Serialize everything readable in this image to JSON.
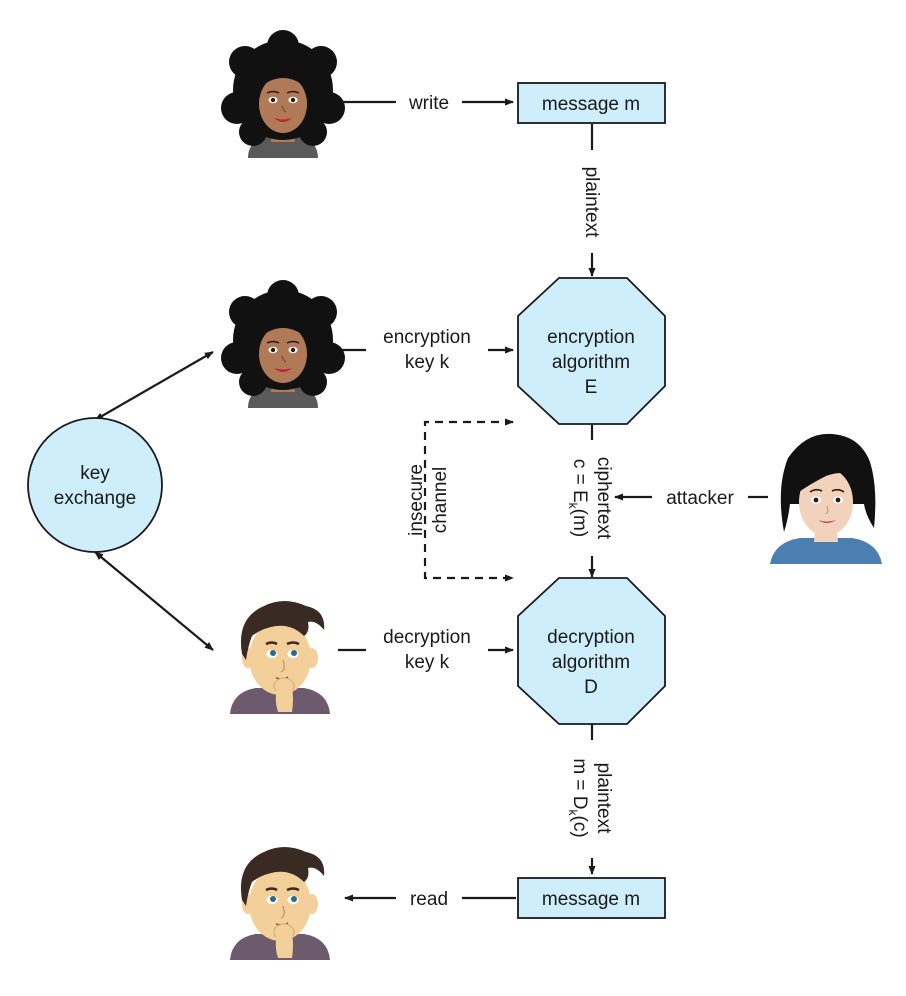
{
  "nodes": {
    "message_top": "message m",
    "encryption": [
      "encryption",
      "algorithm",
      "E"
    ],
    "decryption": [
      "decryption",
      "algorithm",
      "D"
    ],
    "message_bottom": "message m",
    "key_exchange": [
      "key",
      "exchange"
    ]
  },
  "edges": {
    "write": "write",
    "plaintext_top": "plaintext",
    "encryption_key": [
      "encryption",
      "key k"
    ],
    "decryption_key": [
      "decryption",
      "key k"
    ],
    "insecure_channel": [
      "insecure",
      "channel"
    ],
    "ciphertext": "ciphertext",
    "cipher_formula": {
      "prefix": "c = E",
      "sub": "k",
      "suffix": "(m)"
    },
    "attacker": "attacker",
    "plaintext_bottom": "plaintext",
    "plain_formula": {
      "prefix": "m = D",
      "sub": "k",
      "suffix": "(c)"
    },
    "read": "read"
  },
  "colors": {
    "node_fill": "#cdeefa",
    "stroke": "#1a1a1a",
    "woman_skin": "#b07a58",
    "man_skin": "#f3cf9a",
    "hair_dark": "#111111",
    "hair_brown": "#3a2a24",
    "attacker_skin": "#f2d2bd",
    "attacker_shirt": "#4c7fb1"
  },
  "figures": [
    "woman-icon",
    "woman-icon",
    "man-icon",
    "man-icon",
    "attacker-icon"
  ]
}
